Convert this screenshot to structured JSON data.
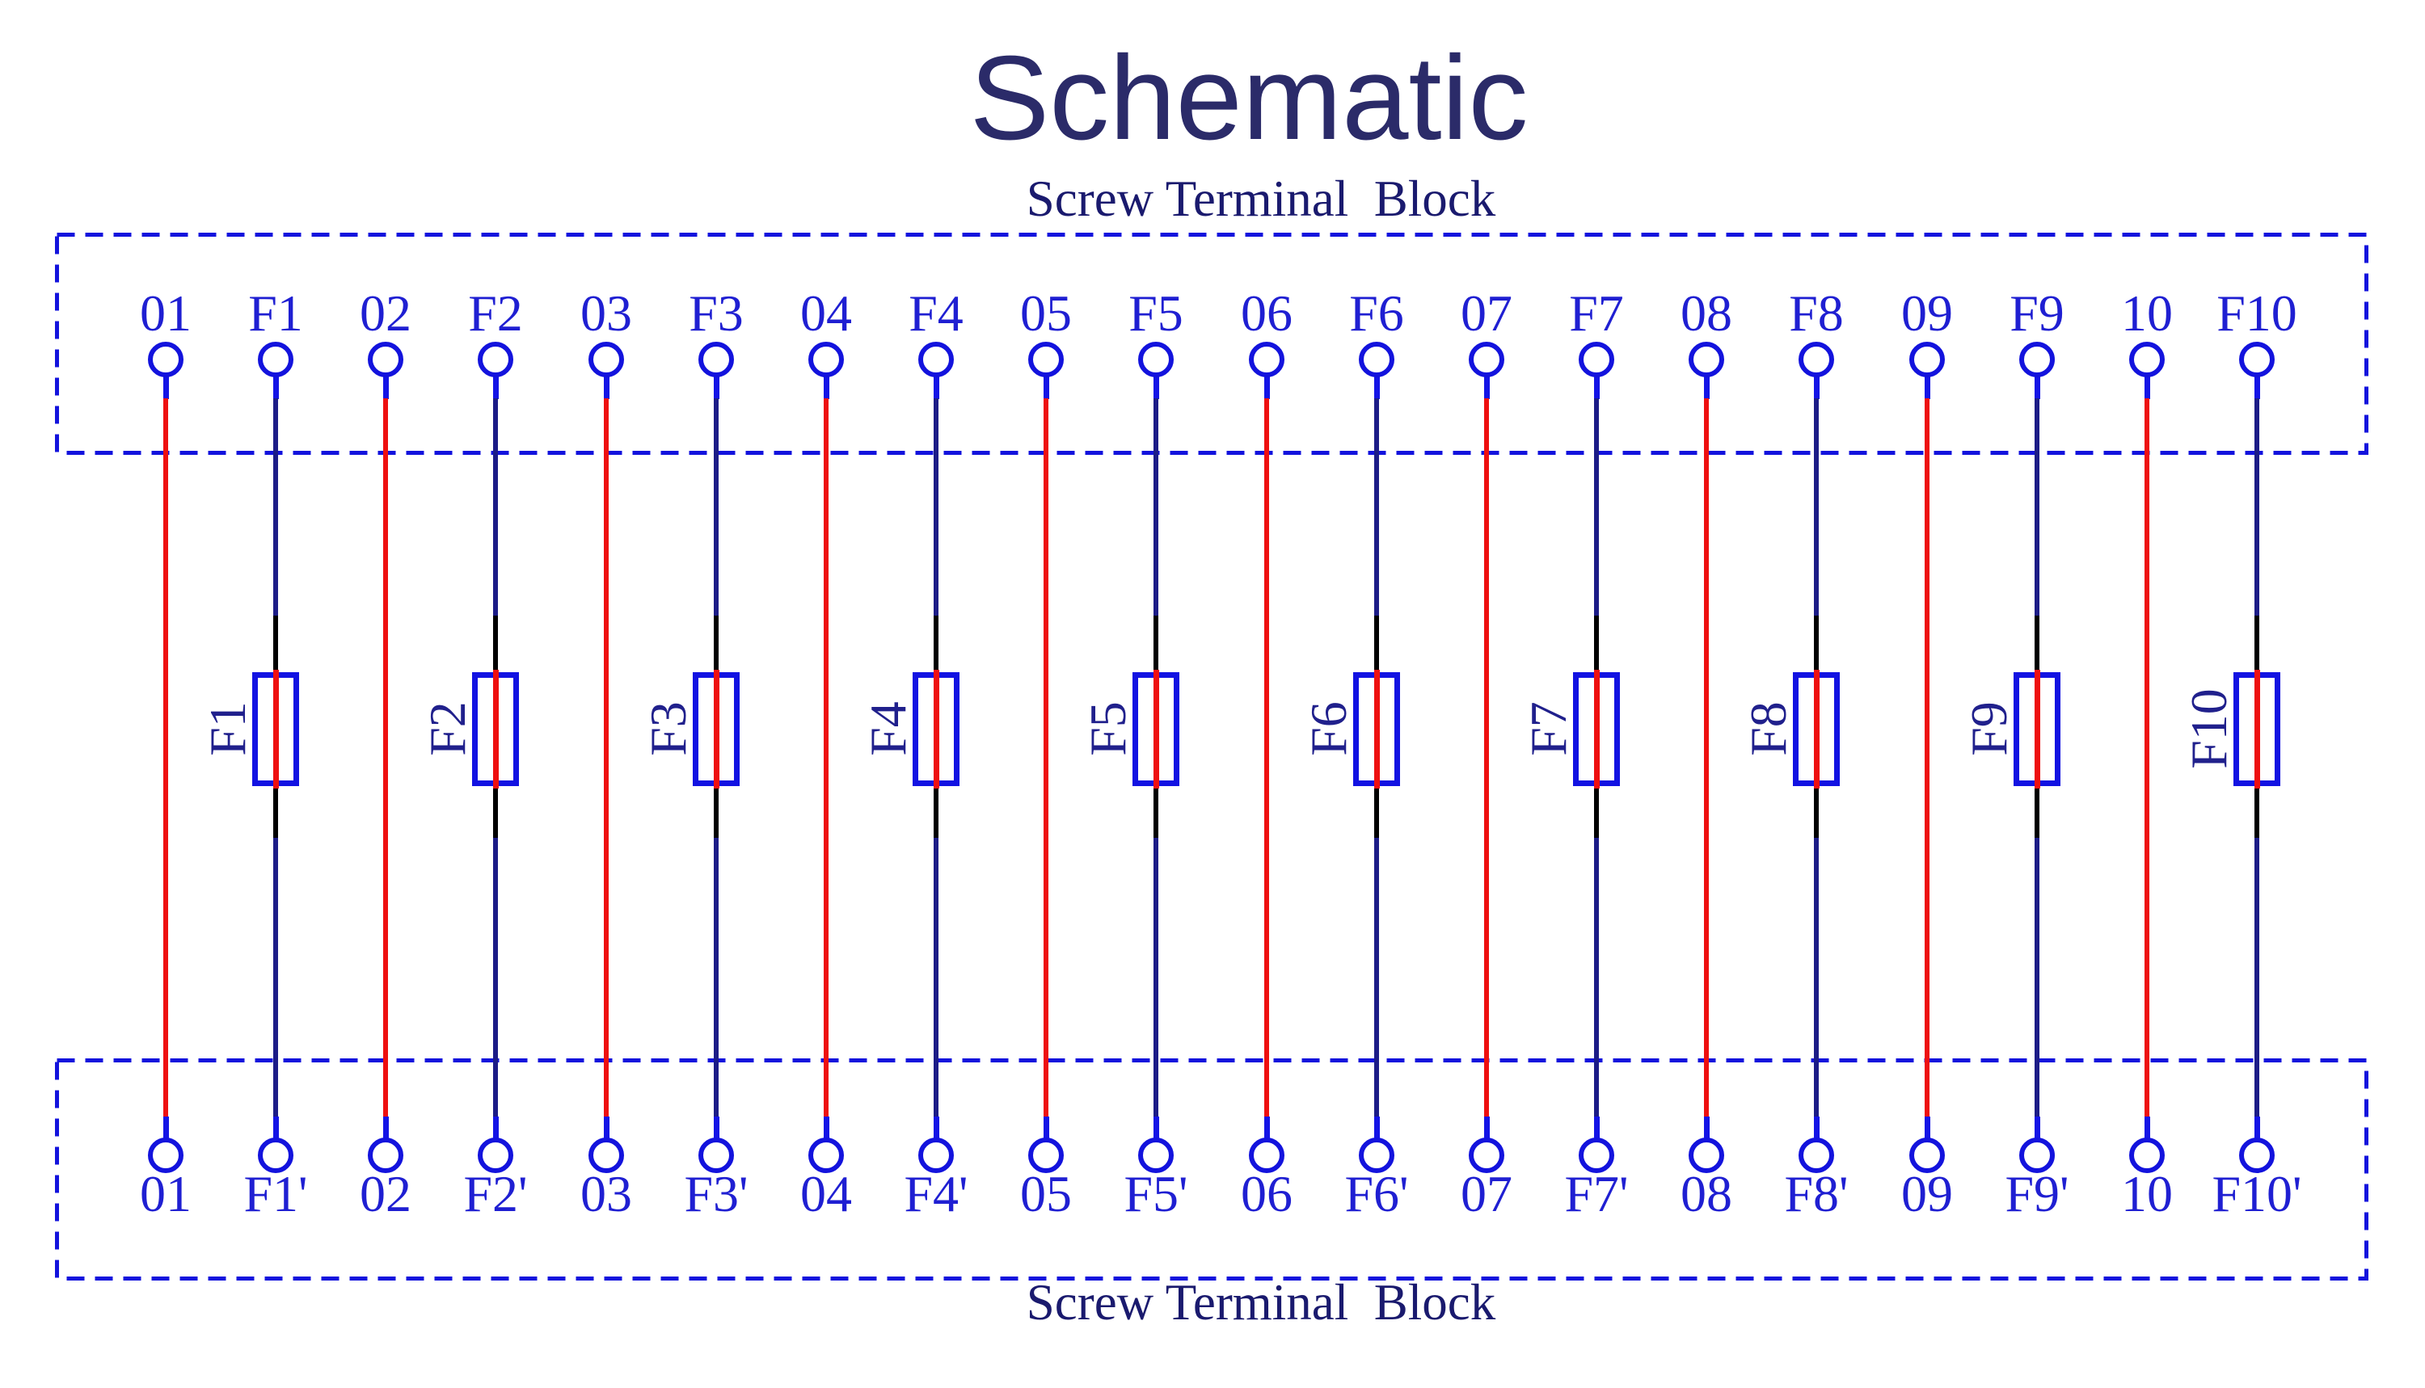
{
  "title": "Schematic",
  "top_block": {
    "label": "Screw Terminal  Block"
  },
  "bottom_block": {
    "label": "Screw Terminal  Block"
  },
  "columns": [
    {
      "type": "terminal",
      "top_label": "01",
      "bottom_label": "01"
    },
    {
      "type": "fuse",
      "top_label": "F1",
      "bottom_label": "F1'",
      "fuse_label": "F1"
    },
    {
      "type": "terminal",
      "top_label": "02",
      "bottom_label": "02"
    },
    {
      "type": "fuse",
      "top_label": "F2",
      "bottom_label": "F2'",
      "fuse_label": "F2"
    },
    {
      "type": "terminal",
      "top_label": "03",
      "bottom_label": "03"
    },
    {
      "type": "fuse",
      "top_label": "F3",
      "bottom_label": "F3'",
      "fuse_label": "F3"
    },
    {
      "type": "terminal",
      "top_label": "04",
      "bottom_label": "04"
    },
    {
      "type": "fuse",
      "top_label": "F4",
      "bottom_label": "F4'",
      "fuse_label": "F4"
    },
    {
      "type": "terminal",
      "top_label": "05",
      "bottom_label": "05"
    },
    {
      "type": "fuse",
      "top_label": "F5",
      "bottom_label": "F5'",
      "fuse_label": "F5"
    },
    {
      "type": "terminal",
      "top_label": "06",
      "bottom_label": "06"
    },
    {
      "type": "fuse",
      "top_label": "F6",
      "bottom_label": "F6'",
      "fuse_label": "F6"
    },
    {
      "type": "terminal",
      "top_label": "07",
      "bottom_label": "07"
    },
    {
      "type": "fuse",
      "top_label": "F7",
      "bottom_label": "F7'",
      "fuse_label": "F7"
    },
    {
      "type": "terminal",
      "top_label": "08",
      "bottom_label": "08"
    },
    {
      "type": "fuse",
      "top_label": "F8",
      "bottom_label": "F8'",
      "fuse_label": "F8"
    },
    {
      "type": "terminal",
      "top_label": "09",
      "bottom_label": "09"
    },
    {
      "type": "fuse",
      "top_label": "F9",
      "bottom_label": "F9'",
      "fuse_label": "F9"
    },
    {
      "type": "terminal",
      "top_label": "10",
      "bottom_label": "10"
    },
    {
      "type": "fuse",
      "top_label": "F10",
      "bottom_label": "F10'",
      "fuse_label": "F10"
    }
  ],
  "colors": {
    "outline_blue": "#1313dd",
    "fuse_body_blue": "#1212e2",
    "terminal_label_blue": "#1f1fd2",
    "stub_blue": "#1414e6",
    "wire_red": "#ee1010",
    "wire_navy": "#1c1c87",
    "fuse_lead_black": "#000000",
    "title_navy": "#2b2b69",
    "block_label_navy": "#1a1a6e",
    "fuse_label_navy": "#20208c"
  }
}
